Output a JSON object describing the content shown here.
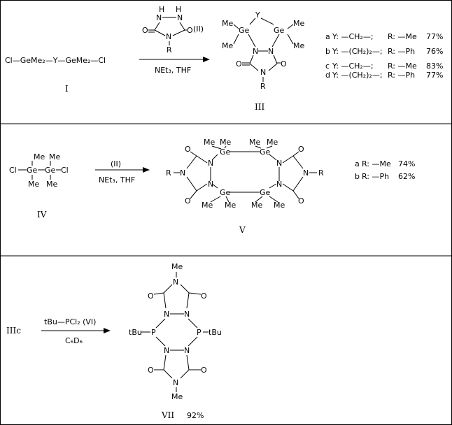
{
  "scheme1": {
    "reactant": "Cl—GeMe₂—Y—GeMe₂—Cl",
    "reactant_label": "I",
    "reagent_label": "(II)",
    "reagent_N_H": "N—N",
    "reagent_H": "H   H",
    "reagent_R": "R",
    "conditions": "NEt₃,  THF",
    "product_label": "III",
    "product": {
      "Y": "Y",
      "Me": "Me",
      "Ge": "Ge",
      "N": "N",
      "O": "O",
      "R": "R"
    },
    "variants": [
      {
        "letter": "a",
        "Y": "Y: —CH₂—;",
        "R": "R: —Me",
        "yield": "77%"
      },
      {
        "letter": "b",
        "Y": "Y: —(CH₂)₂—;",
        "R": "R: —Ph",
        "yield": "76%"
      },
      {
        "letter": "c",
        "Y": "Y: —CH₂—;",
        "R": "R: —Me",
        "yield": "83%"
      },
      {
        "letter": "d",
        "Y": "Y: —(CH₂)₂—;",
        "R": "R: —Ph",
        "yield": "77%"
      }
    ]
  },
  "scheme2": {
    "reactant_label": "IV",
    "reagent_label": "(II)",
    "conditions": "NEt₃,  THF",
    "product_label": "V",
    "variants": [
      {
        "letter": "a",
        "R": "R: —Me",
        "yield": "74%"
      },
      {
        "letter": "b",
        "R": "R: —Ph",
        "yield": "62%"
      }
    ]
  },
  "scheme3": {
    "reactant_label": "IIIc",
    "reagent": "tBu—PCl₂  (VI)",
    "conditions": "C₆D₆",
    "product_label": "VII",
    "product_yield": "92%",
    "tBu": "tBu",
    "P": "P"
  },
  "atoms": {
    "Cl": "Cl",
    "Ge": "Ge",
    "Me": "Me",
    "N": "N",
    "O": "O",
    "R": "R",
    "H": "H"
  }
}
